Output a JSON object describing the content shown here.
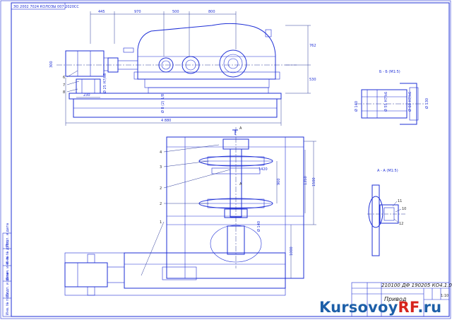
{
  "drawing": {
    "stamp_top_left": "ЭО 2002 7024 КОЛОЗЫ 007 2020СС"
  },
  "front_view": {
    "dims_top": [
      "445",
      "970",
      "500",
      "800"
    ],
    "dim_height_upper": "762",
    "dim_height_lower": "530",
    "dim_total_width": "4 880",
    "dim_base": "230",
    "dim_small_1": "300",
    "dim_small_2": "Ø 25 H7/k6",
    "dim_bolt": "Ø 8 (2) 1/8",
    "positions": [
      "6",
      "7",
      "8"
    ]
  },
  "section_b": {
    "label": "Б - Б (М1:5)",
    "dim_left": "Ø 140",
    "dim_inner_1": "Ø 55 H7/k6",
    "dim_inner_2": "Ø 60 H7/k6",
    "dim_right": "Ø 130"
  },
  "plan_view": {
    "marker_top": "А",
    "marker_mid": "А",
    "positions": [
      "4",
      "3",
      "2",
      "2",
      "1"
    ],
    "dims_right": [
      "1500",
      "1350",
      "900"
    ],
    "dim_small_1": "1420",
    "dim_small_2": "Ø 140",
    "dim_bottom": "1000"
  },
  "section_a": {
    "label": "А - А (М1:5)",
    "positions": [
      "11",
      "10",
      "12"
    ]
  },
  "title_block": {
    "code": "210100 ДФ 190205 КО4.1.000 СБ",
    "name": "Привод",
    "sheet_label": "1:10"
  },
  "left_strip": {
    "cells": [
      "Инв. № подл.",
      "Подп. и дата",
      "Взам. инв. №",
      "Инв. № дубл.",
      "Подп. и дата"
    ]
  },
  "watermark": {
    "part1": "Kursovoy",
    "part2": "RF",
    "part3": ".ru"
  }
}
